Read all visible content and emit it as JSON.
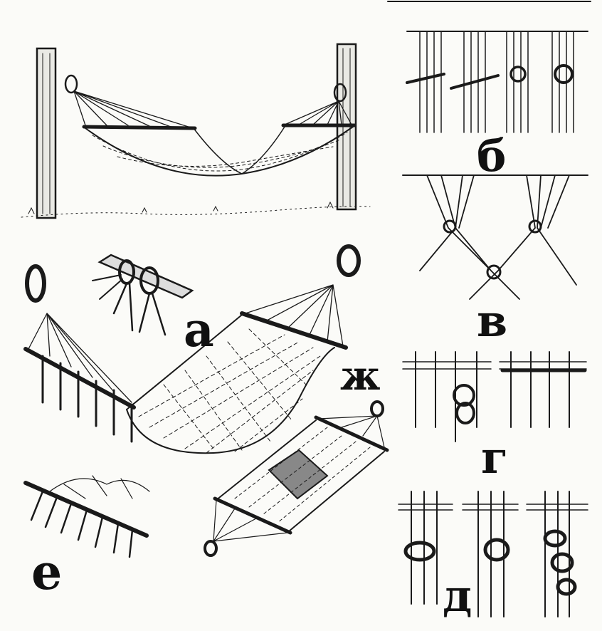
{
  "labels": {
    "a": "а",
    "b": "б",
    "v": "в",
    "zh": "ж",
    "g": "г",
    "e": "е",
    "d": "д"
  },
  "colors": {
    "ink": "#1a1a1a",
    "paper": "#fbfbf8",
    "shade": "#444444"
  }
}
